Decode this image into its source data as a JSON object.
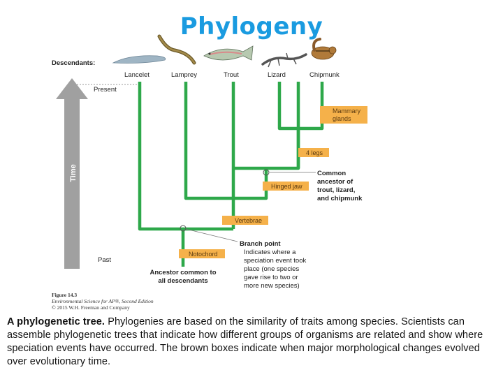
{
  "title": "Phylogeny",
  "diagram": {
    "descendants_label": "Descendants:",
    "taxa": [
      "Lancelet",
      "Lamprey",
      "Trout",
      "Lizard",
      "Chipmunk"
    ],
    "time_axis": {
      "label": "Time",
      "top": "Present",
      "bottom": "Past"
    },
    "traits": [
      {
        "name": "Mammary glands",
        "line1": "Mammary",
        "line2": "glands"
      },
      {
        "name": "4 legs"
      },
      {
        "name": "Hinged jaw"
      },
      {
        "name": "Vertebrae"
      },
      {
        "name": "Notochord"
      }
    ],
    "common_ancestor_note": [
      "Common",
      "ancestor of",
      "trout, lizard,",
      "and chipmunk"
    ],
    "branch_point_note": {
      "title": "Branch point",
      "lines": [
        "Indicates where a",
        "speciation event took",
        "place (one species",
        "gave rise to two or",
        "more new species)"
      ]
    },
    "root_note": [
      "Ancestor common to",
      "all descendants"
    ],
    "figure_credit": [
      "Figure 14.3",
      "Environmental Science for AP®, Second Edition",
      "© 2015 W.H. Freeman and Company"
    ],
    "colors": {
      "branch": "#2ea84a",
      "trait_box": "#f5b14a",
      "arrow": "#a0a0a0",
      "title": "#1a9be0"
    }
  },
  "caption": {
    "lead": "A phylogenetic tree.",
    "body": " Phylogenies are based on the similarity of traits among species. Scientists can assemble phylogenetic trees that indicate how different groups of organisms are related and show where speciation events have occurred. The brown boxes indicate when major morphological changes evolved over evolutionary time."
  }
}
